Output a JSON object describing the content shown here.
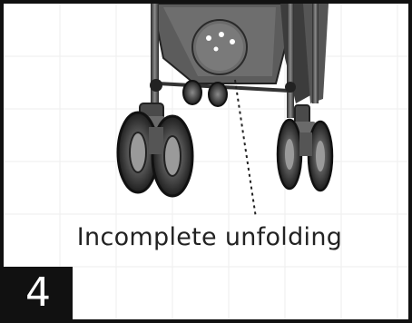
{
  "panel": {
    "step_number": "4",
    "caption": "Incomplete unfolding"
  },
  "illustration": {
    "subject": "stroller-wheels",
    "callout": "magnified-frame-joint"
  },
  "colors": {
    "border": "#111111",
    "caption": "#222222",
    "wheel": "#3a3a3a",
    "frame": "#4a4a4a"
  }
}
